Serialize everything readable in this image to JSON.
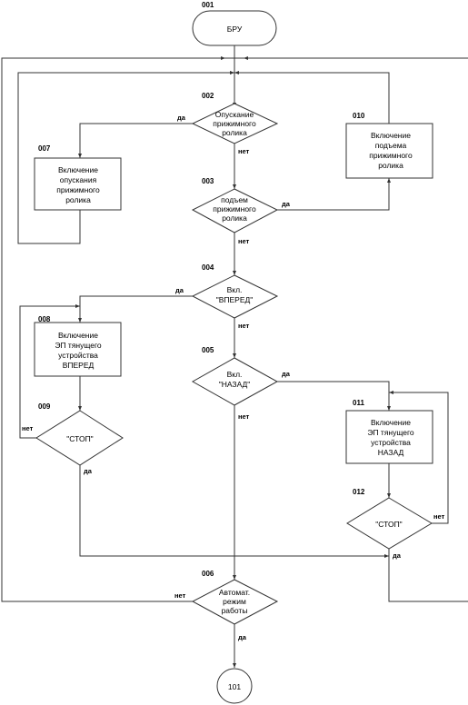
{
  "blocks": {
    "b001": {
      "num": "001",
      "lines": [
        "БРУ"
      ]
    },
    "b002": {
      "num": "002",
      "lines": [
        "Опускание",
        "прижимного",
        "ролика"
      ]
    },
    "b003": {
      "num": "003",
      "lines": [
        "подъем",
        "прижимного",
        "ролика"
      ]
    },
    "b004": {
      "num": "004",
      "lines": [
        "Вкл.",
        "\"ВПЕРЕД\""
      ]
    },
    "b005": {
      "num": "005",
      "lines": [
        "Вкл.",
        "\"НАЗАД\""
      ]
    },
    "b006": {
      "num": "006",
      "lines": [
        "Автомат.",
        "режим",
        "работы"
      ]
    },
    "b007": {
      "num": "007",
      "lines": [
        "Включение",
        "опускания",
        "прижимного",
        "ролика"
      ]
    },
    "b008": {
      "num": "008",
      "lines": [
        "Включение",
        "ЭП тянущего",
        "устройства",
        "ВПЕРЕД"
      ]
    },
    "b009": {
      "num": "009",
      "lines": [
        "\"СТОП\""
      ]
    },
    "b010": {
      "num": "010",
      "lines": [
        "Включение",
        "подъема",
        "прижимного",
        "ролика"
      ]
    },
    "b011": {
      "num": "011",
      "lines": [
        "Включение",
        "ЭП тянущего",
        "устройства",
        "НАЗАД"
      ]
    },
    "b012": {
      "num": "012",
      "lines": [
        "\"СТОП\""
      ]
    },
    "b101": {
      "lines": [
        "101"
      ]
    }
  },
  "labels": {
    "yes": "да",
    "no": "нет"
  }
}
